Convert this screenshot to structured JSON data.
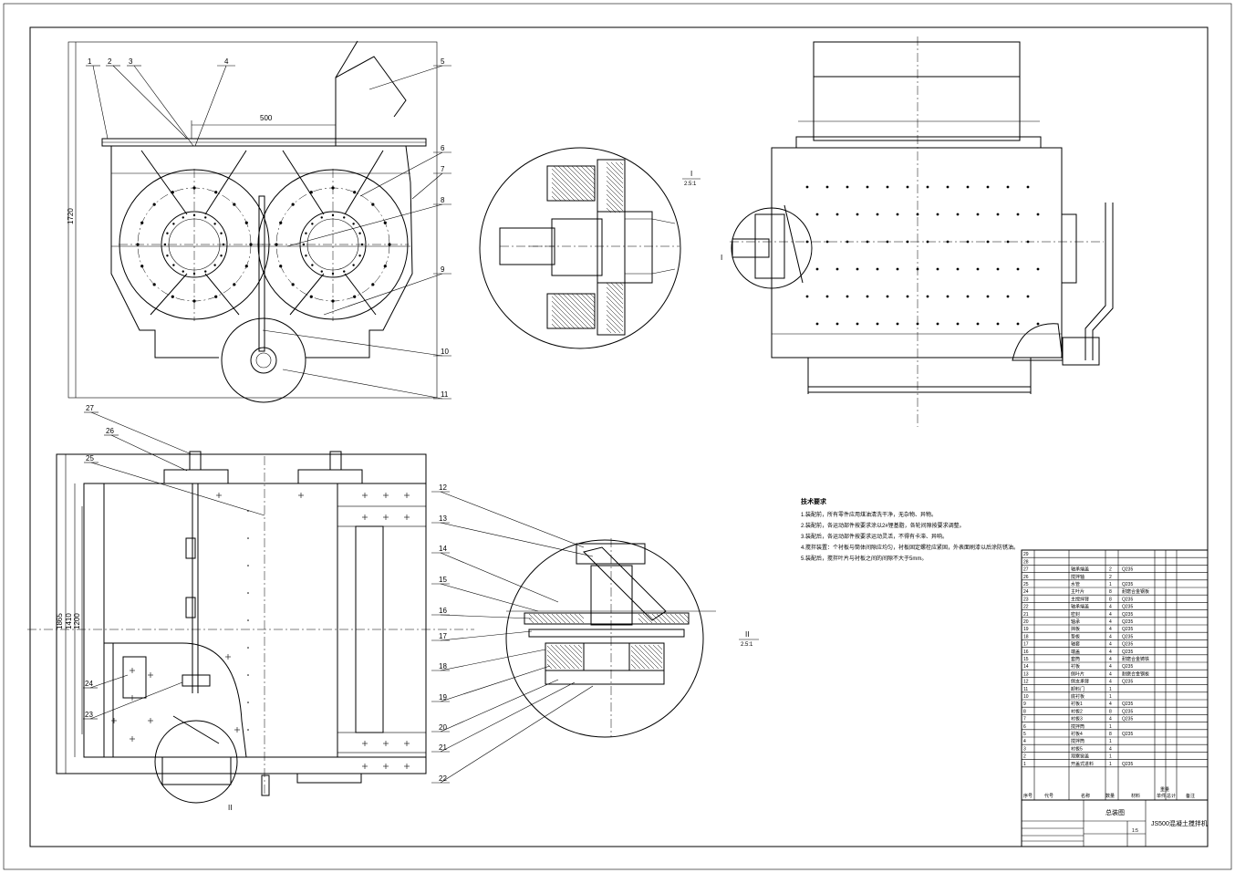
{
  "balloons": [
    "1",
    "2",
    "3",
    "4",
    "5",
    "6",
    "7",
    "8",
    "9",
    "10",
    "11",
    "12",
    "13",
    "14",
    "15",
    "16",
    "17",
    "18",
    "19",
    "20",
    "21",
    "22",
    "23",
    "24",
    "25",
    "26",
    "27"
  ],
  "dimensions": {
    "top_width": "500",
    "front_height": "1720",
    "plan_height": "1865",
    "plan_inner_a": "1410",
    "plan_inner_b": "1200"
  },
  "section_marks": {
    "upper": {
      "letter": "I",
      "scale": "2.5:1"
    },
    "lower": {
      "letter": "II",
      "scale": "2.5:1"
    },
    "side_cut": "I",
    "plan_cut": "II"
  },
  "notes": {
    "title": "技术要求",
    "lines": [
      "1.装配前，所有零件应用煤油清洗干净，无杂物、异物。",
      "2.装配前，各运动部件按要求涂以2#锂基脂，各轮间隙按要求调整。",
      "3.装配后，各运动部件按要求运动灵活，不得有卡滞、异响。",
      "4.搅拌装置：个衬板与筒体间隙应均匀，衬板固定螺栓应紧固，外表面刷漆以后涂防锈油。",
      "5.装配后，搅拌叶片与衬板之间的间隙不大于5mm。"
    ]
  },
  "bom": {
    "rows": [
      {
        "no": "29",
        "name": "",
        "qty": "",
        "mat": ""
      },
      {
        "no": "28",
        "name": "",
        "qty": "",
        "mat": ""
      },
      {
        "no": "27",
        "name": "轴承端盖",
        "qty": "2",
        "mat": "Q235"
      },
      {
        "no": "26",
        "name": "搅拌轴",
        "qty": "2",
        "mat": ""
      },
      {
        "no": "25",
        "name": "水管",
        "qty": "1",
        "mat": "Q235"
      },
      {
        "no": "24",
        "name": "主叶片",
        "qty": "8",
        "mat": "耐磨合金钢板"
      },
      {
        "no": "23",
        "name": "主搅拌臂",
        "qty": "8",
        "mat": "Q235"
      },
      {
        "no": "22",
        "name": "轴承端盖",
        "qty": "4",
        "mat": "Q235"
      },
      {
        "no": "21",
        "name": "密封",
        "qty": "4",
        "mat": "Q235"
      },
      {
        "no": "20",
        "name": "轴承",
        "qty": "4",
        "mat": "Q235"
      },
      {
        "no": "19",
        "name": "挡板",
        "qty": "4",
        "mat": "Q235"
      },
      {
        "no": "18",
        "name": "垫板",
        "qty": "4",
        "mat": "Q235"
      },
      {
        "no": "17",
        "name": "轴套",
        "qty": "4",
        "mat": "Q235"
      },
      {
        "no": "16",
        "name": "端盖",
        "qty": "4",
        "mat": "Q235"
      },
      {
        "no": "15",
        "name": "套筒",
        "qty": "4",
        "mat": "耐磨合金铸铁"
      },
      {
        "no": "14",
        "name": "衬板",
        "qty": "4",
        "mat": "Q235"
      },
      {
        "no": "13",
        "name": "侧叶片",
        "qty": "4",
        "mat": "耐磨合金钢板"
      },
      {
        "no": "12",
        "name": "侧支承臂",
        "qty": "4",
        "mat": "Q235"
      },
      {
        "no": "11",
        "name": "卸料门",
        "qty": "1",
        "mat": ""
      },
      {
        "no": "10",
        "name": "底衬板",
        "qty": "1",
        "mat": ""
      },
      {
        "no": "9",
        "name": "衬板1",
        "qty": "4",
        "mat": "Q235"
      },
      {
        "no": "8",
        "name": "衬板2",
        "qty": "8",
        "mat": "Q235"
      },
      {
        "no": "7",
        "name": "衬板3",
        "qty": "4",
        "mat": "Q235"
      },
      {
        "no": "6",
        "name": "搅拌筒",
        "qty": "1",
        "mat": ""
      },
      {
        "no": "5",
        "name": "衬板4",
        "qty": "8",
        "mat": "Q235"
      },
      {
        "no": "4",
        "name": "搅拌筒",
        "qty": "1",
        "mat": ""
      },
      {
        "no": "3",
        "name": "衬板5",
        "qty": "4",
        "mat": ""
      },
      {
        "no": "2",
        "name": "观察窗盖",
        "qty": "1",
        "mat": ""
      },
      {
        "no": "1",
        "name": "开盖式进料",
        "qty": "1",
        "mat": "Q235"
      }
    ],
    "headers": [
      "序号",
      "代号",
      "名称",
      "数量",
      "材料",
      "单件",
      "总计",
      "备注"
    ],
    "weight_header": "重量"
  },
  "title_block": {
    "drawing_name": "总装图",
    "product": "JS500混凝土搅拌机",
    "scale": "1:5"
  }
}
